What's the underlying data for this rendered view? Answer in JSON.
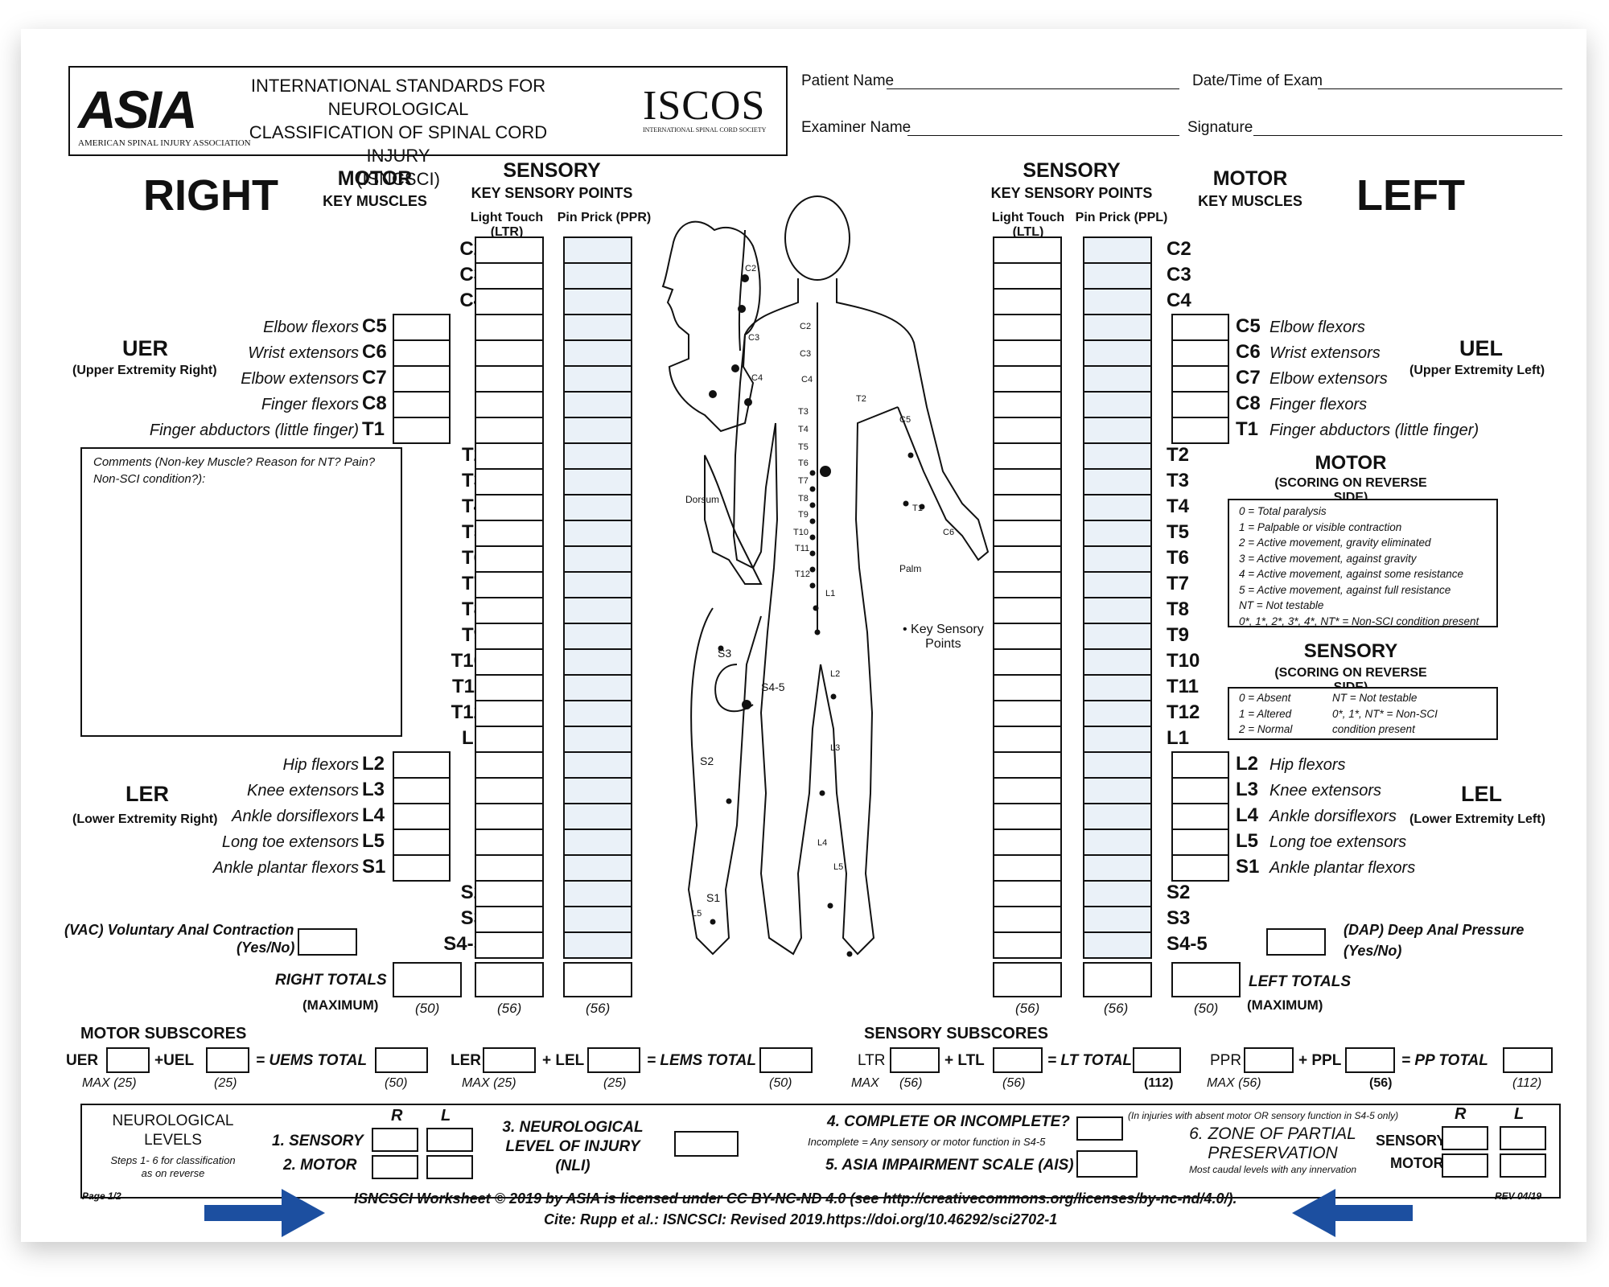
{
  "header": {
    "logo_text": "ASIA",
    "logo_subtitle": "AMERICAN SPINAL INJURY ASSOCIATION",
    "title_line1": "INTERNATIONAL STANDARDS FOR NEUROLOGICAL",
    "title_line2": "CLASSIFICATION OF SPINAL CORD INJURY",
    "title_line3": "(ISNCSCI)",
    "iscos_text": "ISCOS",
    "iscos_subtitle": "INTERNATIONAL SPINAL CORD SOCIETY",
    "patient_name_label": "Patient Name",
    "date_label": "Date/Time of Exam",
    "examiner_label": "Examiner Name",
    "signature_label": "Signature"
  },
  "right_side": {
    "title": "RIGHT",
    "motor_title": "MOTOR",
    "motor_sub": "KEY MUSCLES",
    "sensory_title": "SENSORY",
    "sensory_sub": "KEY SENSORY POINTS",
    "lt_label": "Light Touch (LTR)",
    "pp_label": "Pin Prick (PPR)",
    "uer": "UER",
    "uer_full": "(Upper Extremity Right)",
    "ler": "LER",
    "ler_full": "(Lower Extremity Right)",
    "comments": "Comments (Non-key Muscle? Reason for NT? Pain? Non-SCI condition?):",
    "vac": "(VAC) Voluntary Anal Contraction",
    "vac_yn": "(Yes/No)",
    "totals": "RIGHT TOTALS",
    "maximum": "(MAXIMUM)",
    "max_motor": "(50)",
    "max_lt": "(56)",
    "max_pp": "(56)"
  },
  "left_side": {
    "title": "LEFT",
    "motor_title": "MOTOR",
    "motor_sub": "KEY MUSCLES",
    "sensory_title": "SENSORY",
    "sensory_sub": "KEY SENSORY POINTS",
    "lt_label": "Light Touch (LTL)",
    "pp_label": "Pin Prick (PPL)",
    "uel": "UEL",
    "uel_full": "(Upper Extremity Left)",
    "lel": "LEL",
    "lel_full": "(Lower Extremity Left)",
    "dap": "(DAP) Deep Anal Pressure",
    "dap_yn": "(Yes/No)",
    "totals": "LEFT TOTALS",
    "maximum": "(MAXIMUM)",
    "max_lt": "(56)",
    "max_pp": "(56)",
    "max_motor": "(50)"
  },
  "levels": [
    "C2",
    "C3",
    "C4",
    "C5",
    "C6",
    "C7",
    "C8",
    "T1",
    "T2",
    "T3",
    "T4",
    "T5",
    "T6",
    "T7",
    "T8",
    "T9",
    "T10",
    "T11",
    "T12",
    "L1",
    "L2",
    "L3",
    "L4",
    "L5",
    "S1",
    "S2",
    "S3",
    "S4-5"
  ],
  "upper_muscles": [
    {
      "level": "C5",
      "name": "Elbow flexors"
    },
    {
      "level": "C6",
      "name": "Wrist extensors"
    },
    {
      "level": "C7",
      "name": "Elbow extensors"
    },
    {
      "level": "C8",
      "name": "Finger flexors"
    },
    {
      "level": "T1",
      "name": "Finger abductors (little finger)"
    }
  ],
  "lower_muscles": [
    {
      "level": "L2",
      "name": "Hip flexors"
    },
    {
      "level": "L3",
      "name": "Knee extensors"
    },
    {
      "level": "L4",
      "name": "Ankle dorsiflexors"
    },
    {
      "level": "L5",
      "name": "Long toe extensors"
    },
    {
      "level": "S1",
      "name": "Ankle plantar flexors"
    }
  ],
  "diagram": {
    "dorsum": "Dorsum",
    "palm": "Palm",
    "key_points": "Key Sensory",
    "key_points2": "Points",
    "labels": [
      "C2",
      "C3",
      "C4",
      "C2",
      "C3",
      "C4",
      "T2",
      "T3",
      "T4",
      "T5",
      "T6",
      "T7",
      "T8",
      "T9",
      "T10",
      "T11",
      "T12",
      "C5",
      "T1",
      "C6",
      "L1",
      "L2",
      "L3",
      "L4",
      "L5",
      "S1",
      "S2",
      "S3",
      "S4-5",
      "L5"
    ]
  },
  "motor_scale": {
    "title": "MOTOR",
    "sub": "(SCORING ON REVERSE SIDE)",
    "items": [
      "0 = Total paralysis",
      "1 = Palpable or visible contraction",
      "2 = Active movement, gravity eliminated",
      "3 = Active movement, against gravity",
      "4 = Active movement, against some resistance",
      "5 = Active movement, against full resistance",
      "NT = Not testable",
      "0*, 1*, 2*, 3*, 4*, NT* = Non-SCI condition present"
    ]
  },
  "sensory_scale": {
    "title": "SENSORY",
    "sub": "(SCORING ON REVERSE SIDE)",
    "col1": [
      "0 = Absent",
      "1 = Altered",
      "2 = Normal"
    ],
    "col2": [
      "NT = Not testable",
      "0*, 1*, NT* = Non-SCI",
      "condition present"
    ]
  },
  "subscores": {
    "motor_title": "MOTOR SUBSCORES",
    "sensory_title": "SENSORY SUBSCORES",
    "uer": "UER",
    "uel": "+UEL",
    "uems": "= UEMS TOTAL",
    "ler": "LER",
    "lel": "+ LEL",
    "lems": "= LEMS TOTAL",
    "ltr": "LTR",
    "ltl": "+ LTL",
    "lt_total": "= LT TOTAL",
    "ppr": "PPR",
    "ppl": "+ PPL",
    "pp_total": "= PP TOTAL",
    "max_label": "MAX",
    "max_25": "(25)",
    "max_50": "(50)",
    "max_56": "(56)",
    "max_112": "(112)"
  },
  "levels_section": {
    "neuro_title1": "NEUROLOGICAL",
    "neuro_title2": "LEVELS",
    "steps": "Steps 1- 6 for classification",
    "steps2": "as on reverse",
    "r": "R",
    "l": "L",
    "sensory": "1. SENSORY",
    "motor": "2. MOTOR",
    "nli1": "3. NEUROLOGICAL",
    "nli2": "LEVEL OF INJURY",
    "nli3": "(NLI)",
    "complete": "4. COMPLETE OR INCOMPLETE?",
    "incomplete_note": "Incomplete = Any sensory or motor function in S4-5",
    "ais": "5. ASIA IMPAIRMENT SCALE (AIS)",
    "zpp_note": "(In injuries with absent motor OR sensory function in S4-5 only)",
    "zpp1": "6. ZONE OF PARTIAL",
    "zpp2": "PRESERVATION",
    "zpp3": "Most caudal levels with any innervation",
    "zpp_sensory": "SENSORY",
    "zpp_motor": "MOTOR"
  },
  "footer": {
    "page": "Page 1/2",
    "rev": "REV 04/19",
    "license": "ISNCSCI Worksheet © 2019 by ASIA is licensed under CC BY-NC-ND 4.0 (see http://creativecommons.org/licenses/by-nc-nd/4.0/).",
    "cite": "Cite: Rupp et al.: ISNCSCI: Revised 2019.https://doi.org/10.46292/sci2702-1"
  },
  "colors": {
    "arrow": "#1c4fa0",
    "pp_cell": "#eaf1f8"
  }
}
